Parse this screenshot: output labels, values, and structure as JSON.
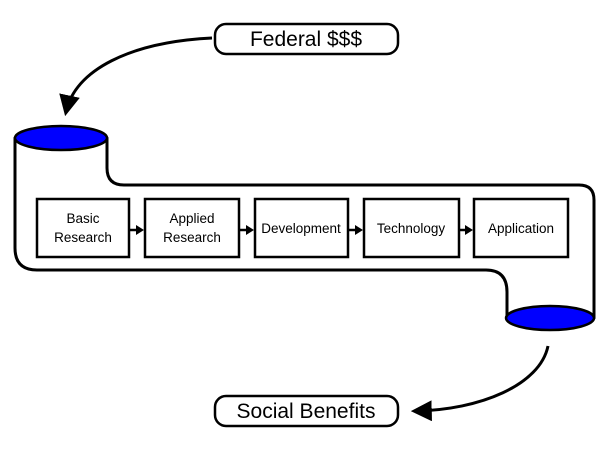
{
  "input": {
    "label": "Federal $$$"
  },
  "output": {
    "label": "Social Benefits"
  },
  "stages": [
    {
      "lines": [
        "Basic",
        "Research"
      ]
    },
    {
      "lines": [
        "Applied",
        "Research"
      ]
    },
    {
      "lines": [
        "Development"
      ]
    },
    {
      "lines": [
        "Technology"
      ]
    },
    {
      "lines": [
        "Application"
      ]
    }
  ],
  "colors": {
    "pipe_end": "#0000ff",
    "stroke": "#000000",
    "fill": "#ffffff"
  }
}
